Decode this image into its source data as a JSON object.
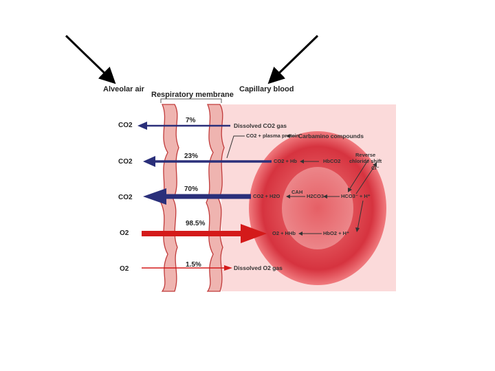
{
  "pointer_arrows": {
    "color": "#000000"
  },
  "headers": {
    "alveolar_air": "Alveolar air",
    "respiratory_membrane": "Respiratory membrane",
    "capillary_blood": "Capillary blood"
  },
  "gases": {
    "row1": "CO2",
    "row2": "CO2",
    "row3": "CO2",
    "row4": "O2",
    "row5": "O2"
  },
  "percentages": {
    "dissolved_co2": "7%",
    "carbamino": "23%",
    "bicarbonate": "70%",
    "oxyhemoglobin": "98.5%",
    "dissolved_o2": "1.5%"
  },
  "labels": {
    "dissolved_co2": "Dissolved CO2 gas",
    "plasma_protein": "CO2 + plasma protein",
    "carbamino_compounds": "Carbamino compounds",
    "reverse_shift_line1": "Reverse",
    "reverse_shift_line2": "chloride shift",
    "chloride": "Cl⁻",
    "co2_hb": "CO2 + Hb",
    "hbco2": "HbCO2",
    "co2_h2o": "CO2 + H2O",
    "cah": "CAH",
    "h2co3": "H2CO3",
    "hco3_h": "HCO3⁻ + H⁺",
    "o2_hhb": "O2 + HHb",
    "hbo2_h": "HbO2 + H⁺",
    "dissolved_o2": "Dissolved O2 gas"
  },
  "colors": {
    "co2_arrow": "#2a2f7a",
    "o2_arrow": "#d41a1a",
    "plasma_bg": "#fbdada",
    "rbc": "#e0404a"
  }
}
